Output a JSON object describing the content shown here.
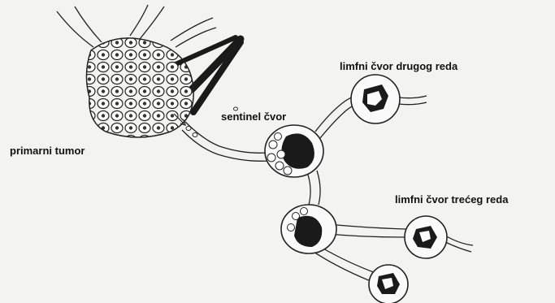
{
  "labels": {
    "primary_tumor": "primarni tumor",
    "sentinel_node": "sentinel čvor",
    "second_order_node": "limfni čvor drugog reda",
    "third_order_node": "limfni čvor trećeg reda"
  },
  "colors": {
    "background": "#f3f3f1",
    "ink": "#111111",
    "background_text": "#c9c9c6"
  }
}
